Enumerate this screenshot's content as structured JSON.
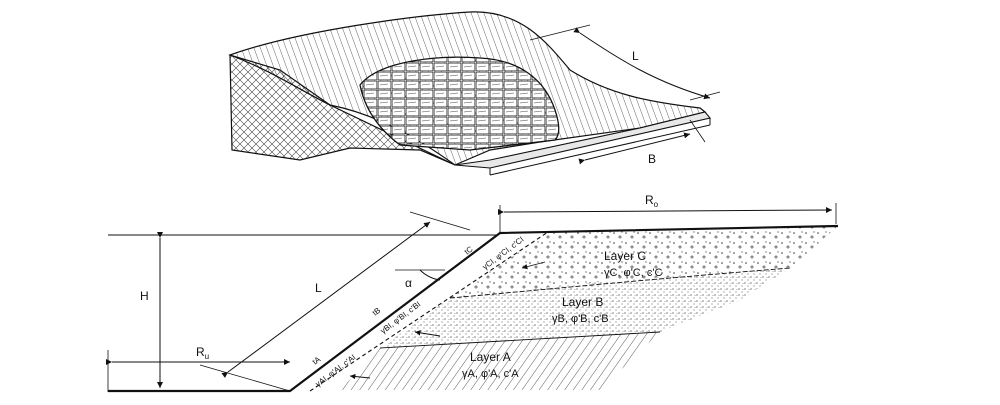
{
  "top_figure": {
    "label_L": "L",
    "label_B": "B"
  },
  "section": {
    "label_H": "H",
    "label_L": "L",
    "label_Ro": "R",
    "label_Ro_sub": "o",
    "label_Ru": "R",
    "label_Ru_sub": "u",
    "label_alpha": "α",
    "layers": [
      {
        "name": "Layer C",
        "props": "γC, φ'C, c'C"
      },
      {
        "name": "Layer B",
        "props": "γB, φ'B, c'B"
      },
      {
        "name": "Layer A",
        "props": "γA, φ'A, c'A"
      }
    ],
    "veneer_props": [
      "γCI, φ'CI, c'CI",
      "γBI, φ'BI, c'BI",
      "γAI, φ'AI, c'AI"
    ],
    "thickness_marks": [
      "tC",
      "tB",
      "tA"
    ]
  },
  "colors": {
    "line": "#111111",
    "background": "#ffffff"
  }
}
